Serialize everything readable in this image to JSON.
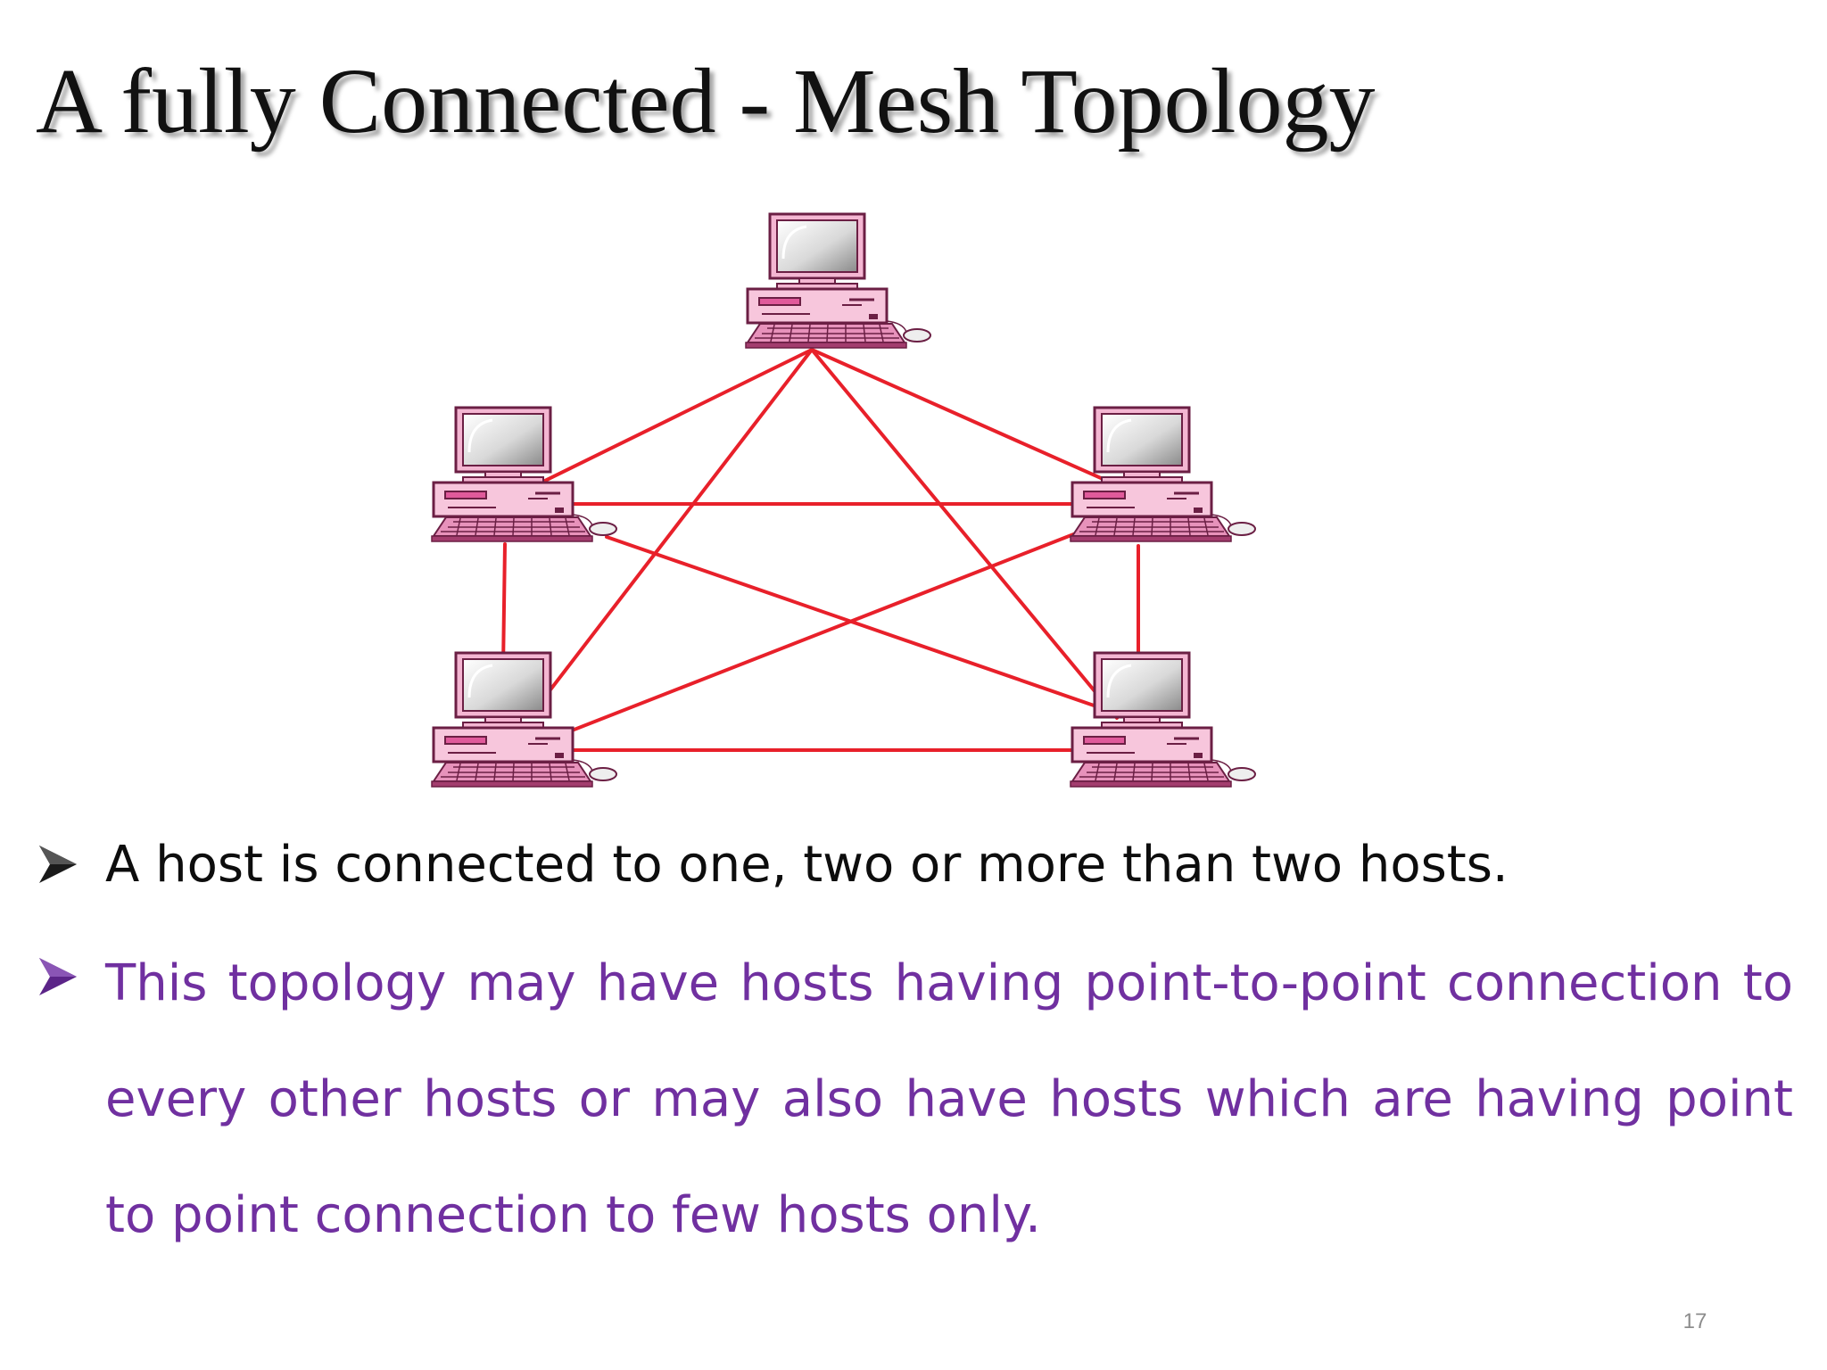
{
  "slide": {
    "title": "A fully Connected - Mesh Topology",
    "page_number": "17"
  },
  "diagram": {
    "hosts": [
      "host-top",
      "host-upper-left",
      "host-upper-right",
      "host-lower-left",
      "host-lower-right"
    ],
    "links": [
      [
        "host-top",
        "host-upper-left"
      ],
      [
        "host-top",
        "host-upper-right"
      ],
      [
        "host-top",
        "host-lower-left"
      ],
      [
        "host-top",
        "host-lower-right"
      ],
      [
        "host-upper-left",
        "host-upper-right"
      ],
      [
        "host-upper-left",
        "host-lower-left"
      ],
      [
        "host-upper-left",
        "host-lower-right"
      ],
      [
        "host-upper-right",
        "host-lower-left"
      ],
      [
        "host-upper-right",
        "host-lower-right"
      ],
      [
        "host-lower-left",
        "host-lower-right"
      ]
    ],
    "link_color": "#e8202a",
    "host_color": "#f7c6dc"
  },
  "bullets": [
    {
      "text": "A host is connected to one, two or more than two hosts.",
      "color": "#0d0d0d"
    },
    {
      "text": "This topology may have hosts having point-to-point connection to every other hosts or may also have hosts which are having point to point connection to few hosts only.",
      "color": "#7030a0"
    }
  ],
  "icons": {
    "bullet": "arrowhead-bullet-icon",
    "host": "desktop-computer-icon"
  }
}
